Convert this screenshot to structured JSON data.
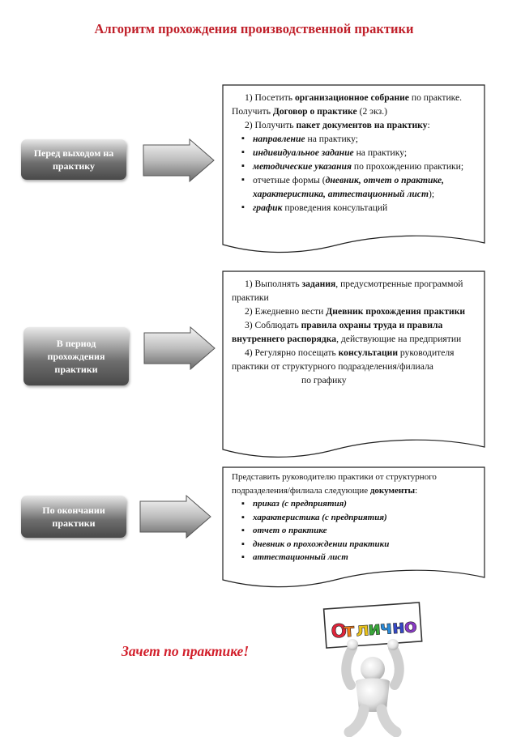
{
  "title": "Алгоритм прохождения производственной практики",
  "stages": [
    {
      "lines": [
        "Перед выходом на",
        "практику"
      ]
    },
    {
      "lines": [
        "В период",
        "прохождения",
        "практики"
      ]
    },
    {
      "lines": [
        "По окончании",
        "практики"
      ]
    }
  ],
  "box1": {
    "s1_prefix": "1) Посетить",
    "s1_bold": "организационное собрание",
    "s1_mid": "по практике. Получить",
    "s1_bold2": "Договор о практике",
    "s1_suffix": "(2 экз.)",
    "s2_prefix": "2) Получить",
    "s2_bold": "пакет документов на практику",
    "s2_suffix": ":",
    "b1_bi": "направление",
    "b1_rest": "на практику;",
    "b2_bi": "индивидуальное задание",
    "b2_rest": "на практику;",
    "b3_bi": "методические указания",
    "b3_rest": "по прохождению практики;",
    "b4_pre": "отчетные формы (",
    "b4_bi": "дневник, отчет о практике, характеристика, аттестационный лист",
    "b4_rest": ");",
    "b5_bi": "график",
    "b5_rest": "проведения консультаций"
  },
  "box2": {
    "p1_pre": "1) Выполнять",
    "p1_b": "задания",
    "p1_rest": ", предусмотренные программой практики",
    "p2_pre": "2) Ежедневно вести",
    "p2_b": "Дневник прохождения практики",
    "p3_pre": "3) Соблюдать",
    "p3_b": "правила охраны труда и правила внутреннего распорядка",
    "p3_rest": ", действующие на предприятии",
    "p4_pre": "4) Регулярно посещать",
    "p4_b": "консультации",
    "p4_rest": "руководителя практики от структурного подразделения/филиала",
    "p4_tail": "по графику"
  },
  "box3": {
    "intro_pre": "Представить руководителю практики от структурного подразделения/филиала следующие",
    "intro_b": "документы",
    "intro_suffix": ":",
    "items": [
      "приказ (с предприятия)",
      "характеристика (с предприятия)",
      "отчет о практике",
      "дневник о прохождении практики",
      "аттестационный лист"
    ]
  },
  "final": "Зачет по практике!",
  "sign": {
    "letters": [
      "О",
      "т",
      "л",
      "и",
      "ч",
      "н",
      "о"
    ],
    "colors": [
      "#e0243a",
      "#f07a1a",
      "#e9c21a",
      "#3aa63a",
      "#2a8ad8",
      "#3548c8",
      "#8a3ac8"
    ]
  }
}
